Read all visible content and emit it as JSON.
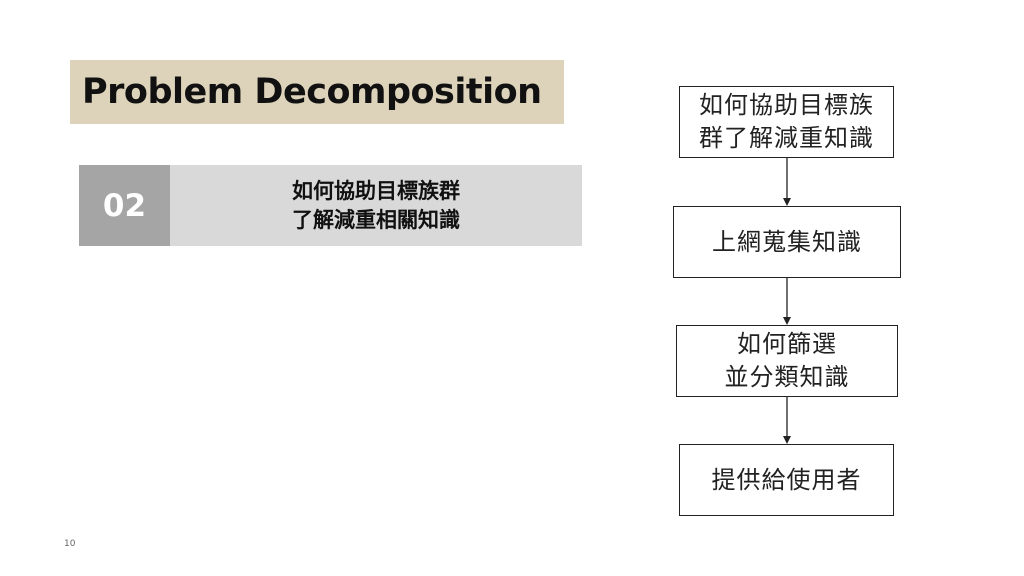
{
  "title": "Problem Decomposition",
  "section": {
    "number": "02",
    "label_line1": "如何協助目標族群",
    "label_line2": "了解減重相關知識"
  },
  "flowchart": {
    "steps": [
      {
        "line1": "如何協助目標族",
        "line2": "群了解減重知識"
      },
      {
        "line1": "上網蒐集知識",
        "line2": ""
      },
      {
        "line1": "如何篩選",
        "line2": "並分類知識"
      },
      {
        "line1": "提供給使用者",
        "line2": ""
      }
    ]
  },
  "page_number": "10",
  "colors": {
    "title_bg": "#ddd3bb",
    "section_num_bg": "#a5a5a5",
    "section_label_bg": "#d9d9d9",
    "box_border": "#222222"
  }
}
